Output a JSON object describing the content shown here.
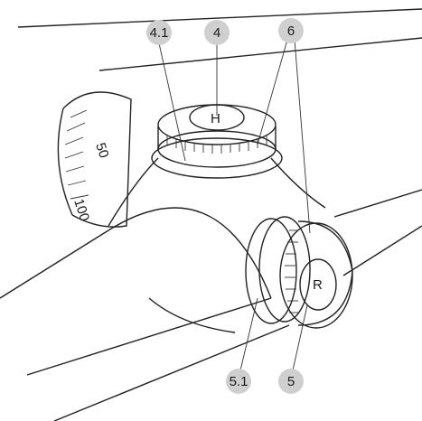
{
  "callouts": {
    "c4_1": "4.1",
    "c4": "4",
    "c6": "6",
    "c5_1": "5.1",
    "c5": "5"
  },
  "turret_top": {
    "cap_letter": "H"
  },
  "turret_side": {
    "cap_letter": "R"
  },
  "magnification_ring": {
    "mark_50": "50",
    "mark_100": "100"
  },
  "colors": {
    "bubble": "#cfcfcf",
    "line": "#222222",
    "background": "#ffffff"
  }
}
